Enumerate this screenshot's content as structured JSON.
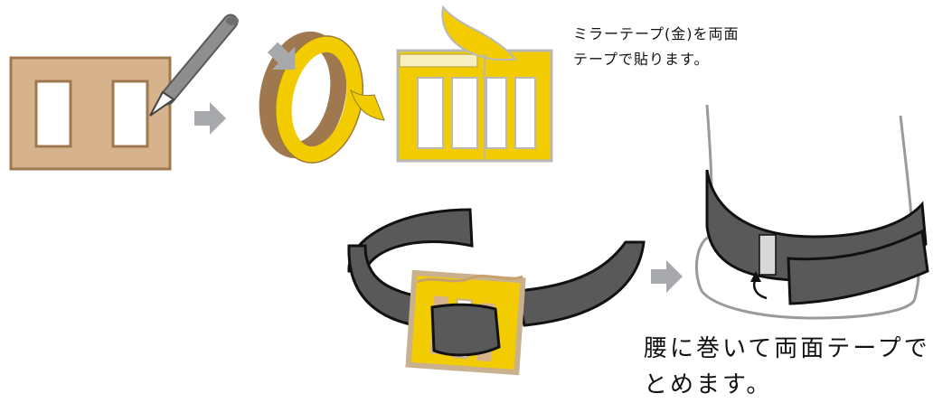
{
  "colors": {
    "cardboard": "#D6B38C",
    "cardboard_edge": "#A0784F",
    "mirror_tape": "#F2CC00",
    "arrow": "#A7A9AC",
    "belt": "#595959",
    "belt_outline": "#111111",
    "knife": "#8E8E8E",
    "body_outline": "#9A9A9A"
  },
  "step_texts": {
    "tape_note": [
      "ミラーテープ(金)を両面",
      "テープで貼ります。"
    ],
    "wrap_note": [
      "腰に巻いて両面テープで",
      "とめます。"
    ]
  }
}
